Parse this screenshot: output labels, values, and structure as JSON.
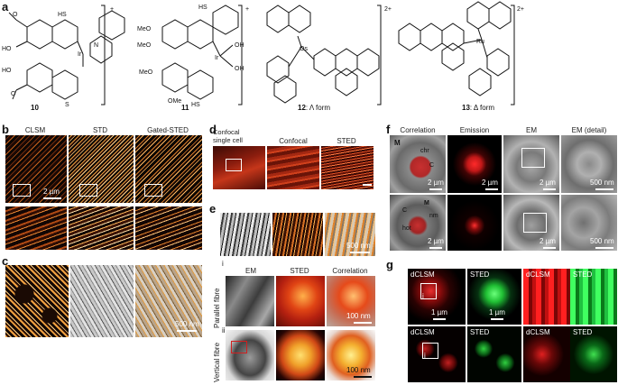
{
  "panels": {
    "a": {
      "label": "a",
      "compounds": [
        {
          "id": "10",
          "charge": "+"
        },
        {
          "id": "11",
          "charge": "+"
        },
        {
          "id": "12",
          "suffix": ": Λ form",
          "charge": "2+"
        },
        {
          "id": "13",
          "suffix": ": Δ form",
          "charge": "2+"
        }
      ],
      "atoms": {
        "ir": "Ir",
        "os": "Os",
        "ru": "Ru",
        "hs": "HS",
        "ho": "HO",
        "oh": "OH",
        "o": "O",
        "s": "S",
        "n": "N",
        "meo": "MeO",
        "ome": "OMe"
      }
    },
    "b": {
      "label": "b",
      "columns": [
        "CLSM",
        "STD",
        "Gated-STED"
      ],
      "scalebar": "2 µm"
    },
    "c": {
      "label": "c",
      "scalebar": "500 nm"
    },
    "d": {
      "label": "d",
      "titles": [
        "Confocal\nsingle cell",
        "Confocal",
        "STED"
      ]
    },
    "e": {
      "label": "e",
      "top_scalebar": "500 nm",
      "columns": [
        "EM",
        "STED",
        "Correlation"
      ],
      "rows": [
        {
          "marker": "i",
          "name": "Parallel fibre"
        },
        {
          "marker": "ii",
          "name": "Vertical fibre"
        }
      ],
      "scalebar": "100 nm"
    },
    "f": {
      "label": "f",
      "columns": [
        "Correlation",
        "Emission",
        "EM",
        "EM (detail)"
      ],
      "annotations_top": [
        "M",
        "chr",
        "C"
      ],
      "annotations_bottom": [
        "C",
        "M",
        "nm",
        "hot"
      ],
      "scalebar_um": "2 µm",
      "scalebar_nm": "500 nm"
    },
    "g": {
      "label": "g",
      "columns": [
        "dCLSM",
        "STED",
        "dCLSM",
        "STED"
      ],
      "markers": [
        "i",
        "i"
      ],
      "scalebar": "1 µm"
    }
  },
  "colors": {
    "hot": "#ff7a1a",
    "red": "#d42020",
    "green": "#22cc44",
    "em_gray": "#9a9a9a"
  }
}
